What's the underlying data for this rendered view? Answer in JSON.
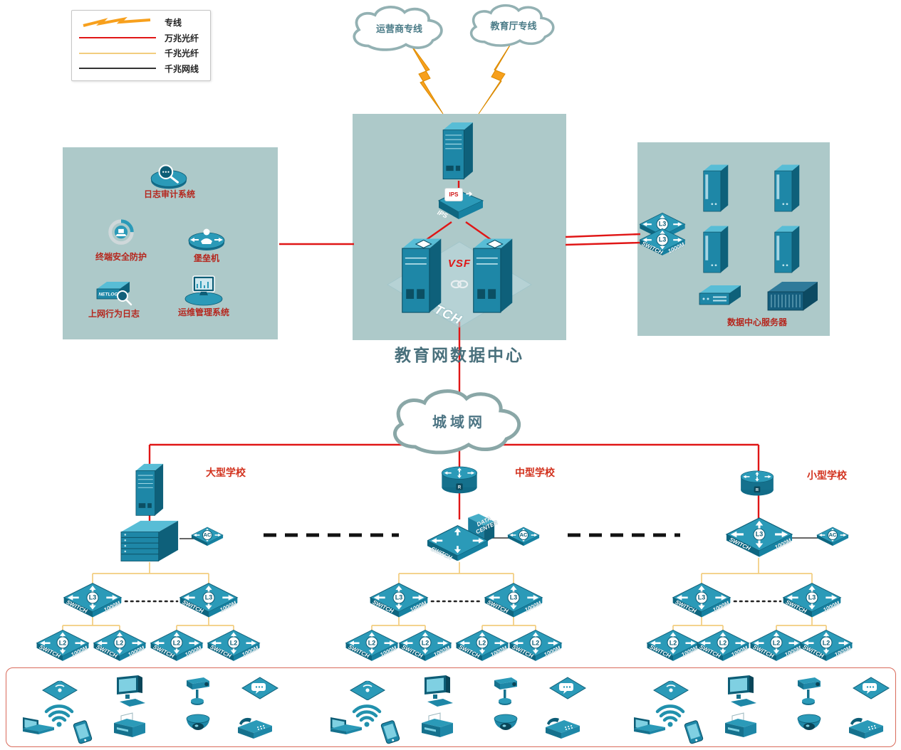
{
  "legend": {
    "items": [
      {
        "label": "专线",
        "line": "lightning"
      },
      {
        "label": "万兆光纤",
        "line": "red"
      },
      {
        "label": "千兆光纤",
        "line": "yellow"
      },
      {
        "label": "千兆网线",
        "line": "black"
      }
    ]
  },
  "top": {
    "carrier_cloud": "运营商专线",
    "edu_cloud": "教育厅专线"
  },
  "man_cloud": "城域网",
  "datacenter": {
    "title": "教育网数据中心",
    "vsf": "VSF",
    "ips": "IPS",
    "switch": "SWITCH"
  },
  "security_zone": {
    "items": [
      {
        "label": "日志审计系统",
        "icon": "log-audit"
      },
      {
        "label": "终端安全防护",
        "icon": "endpoint-protection"
      },
      {
        "label": "堡垒机",
        "icon": "bastion-host"
      },
      {
        "label": "上网行为日志",
        "icon": "netlog",
        "device_text": "NETLOG"
      },
      {
        "label": "运维管理系统",
        "icon": "ops-management"
      }
    ]
  },
  "server_zone": {
    "label": "数据中心服务器"
  },
  "schools": [
    {
      "name": "大型学校"
    },
    {
      "name": "中型学校"
    },
    {
      "name": "小型学校"
    }
  ],
  "device_labels": {
    "l3": "L3",
    "l2": "L2",
    "ac": "AC",
    "switch_line1": "SWITCH",
    "switch_line2": "1000M",
    "data_center_line1": "DATA",
    "data_center_line2": "CENTER",
    "router_badge": "R"
  },
  "colors": {
    "fiber_10g": "#e01616",
    "fiber_1g": "#f2cd7e",
    "cable_1g": "#333333",
    "zone_bg": "#adc9c9",
    "device_teal": "#1e87a7",
    "label_red": "#b5271e",
    "title_teal": "#49707c"
  },
  "end_devices": {
    "icons": [
      "wireless-ap",
      "wifi-signal",
      "desktop-monitor",
      "ptz-camera",
      "voice-chat",
      "laptop",
      "smartphone",
      "printer",
      "dome-camera",
      "ip-phone"
    ],
    "group_count": 3
  }
}
